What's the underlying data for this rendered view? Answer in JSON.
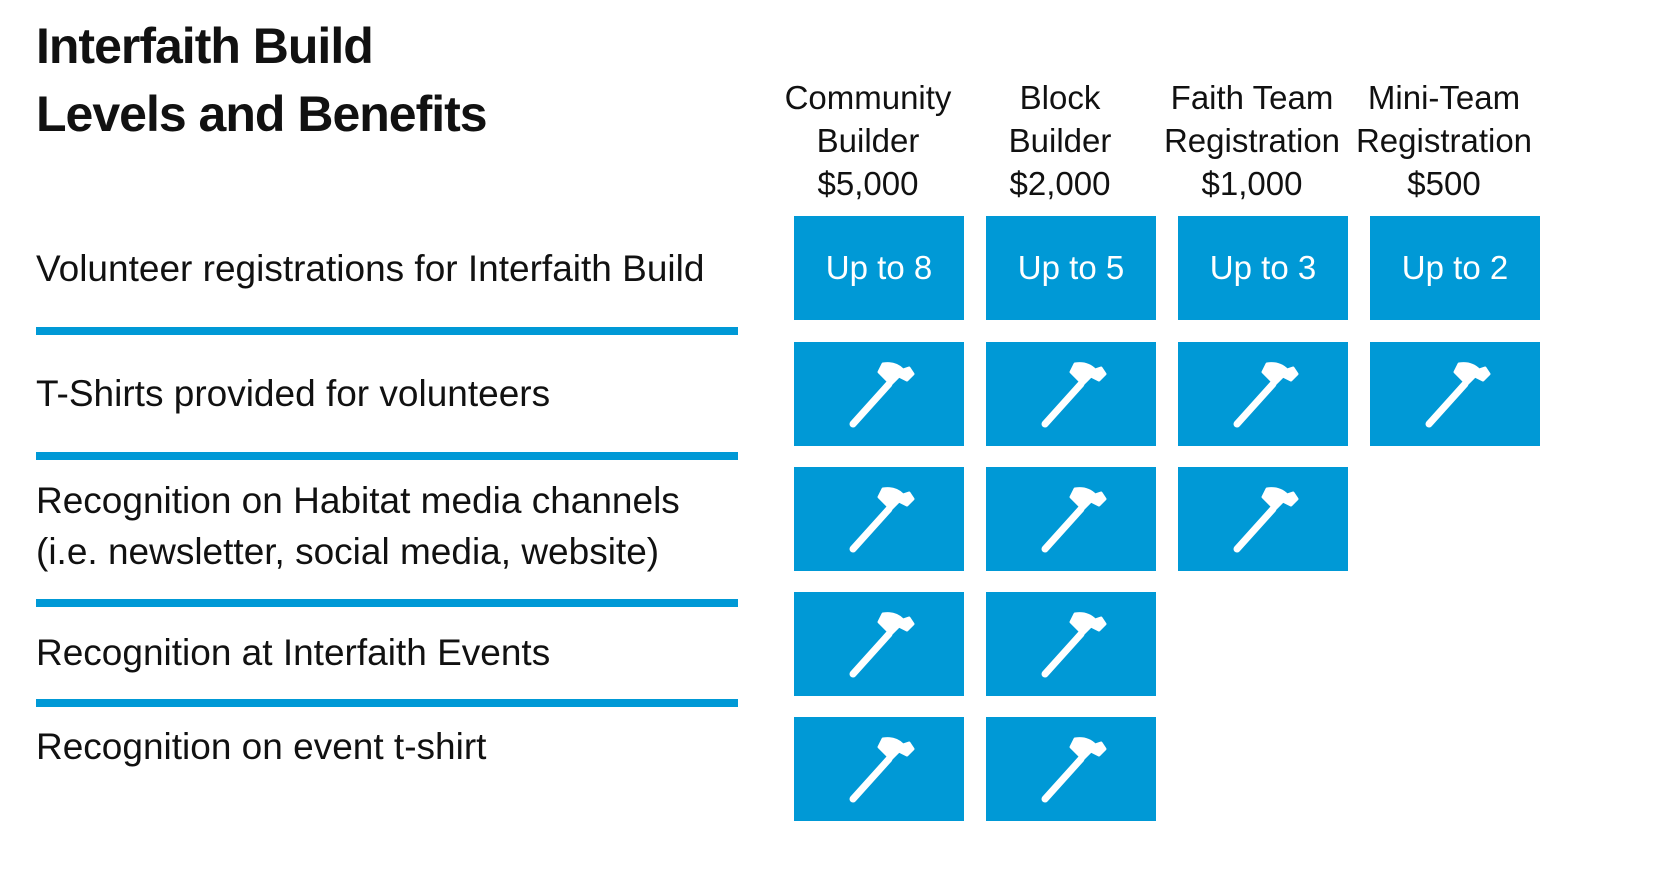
{
  "title": {
    "line1": "Interfaith Build",
    "line2": "Levels and Benefits"
  },
  "accent_color": "#0099d6",
  "levels": [
    {
      "name_line1": "Community",
      "name_line2": "Builder",
      "price": "$5,000"
    },
    {
      "name_line1": "Block",
      "name_line2": "Builder",
      "price": "$2,000"
    },
    {
      "name_line1": "Faith Team",
      "name_line2": "Registration",
      "price": "$1,000"
    },
    {
      "name_line1": "Mini-Team",
      "name_line2": "Registration",
      "price": "$500"
    }
  ],
  "benefits": [
    {
      "label_line1": "Volunteer registrations for Interfaith Build",
      "label_line2": ""
    },
    {
      "label_line1": "T-Shirts provided for volunteers",
      "label_line2": ""
    },
    {
      "label_line1": "Recognition on Habitat media channels",
      "label_line2": "(i.e. newsletter, social media, website)"
    },
    {
      "label_line1": "Recognition at Interfaith Events",
      "label_line2": ""
    },
    {
      "label_line1": "Recognition on event t-shirt",
      "label_line2": ""
    }
  ],
  "registrations": [
    "Up to 8",
    "Up to 5",
    "Up to 3",
    "Up to 2"
  ],
  "benefit_icon": "hammer-icon",
  "benefit_included": [
    [
      true,
      true,
      true,
      true
    ],
    [
      true,
      true,
      true,
      false
    ],
    [
      true,
      true,
      false,
      false
    ],
    [
      true,
      true,
      false,
      false
    ]
  ]
}
